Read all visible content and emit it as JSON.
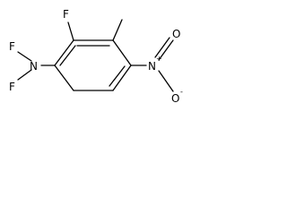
{
  "molecule": {
    "atoms": {
      "f_ring": "F",
      "n_amine": "N",
      "f_top": "F",
      "f_bottom": "F",
      "n_nitro": "N",
      "o_top": "O",
      "o_bottom": "O"
    },
    "charges": {
      "n_nitro": "+",
      "o_bottom": "-"
    }
  }
}
